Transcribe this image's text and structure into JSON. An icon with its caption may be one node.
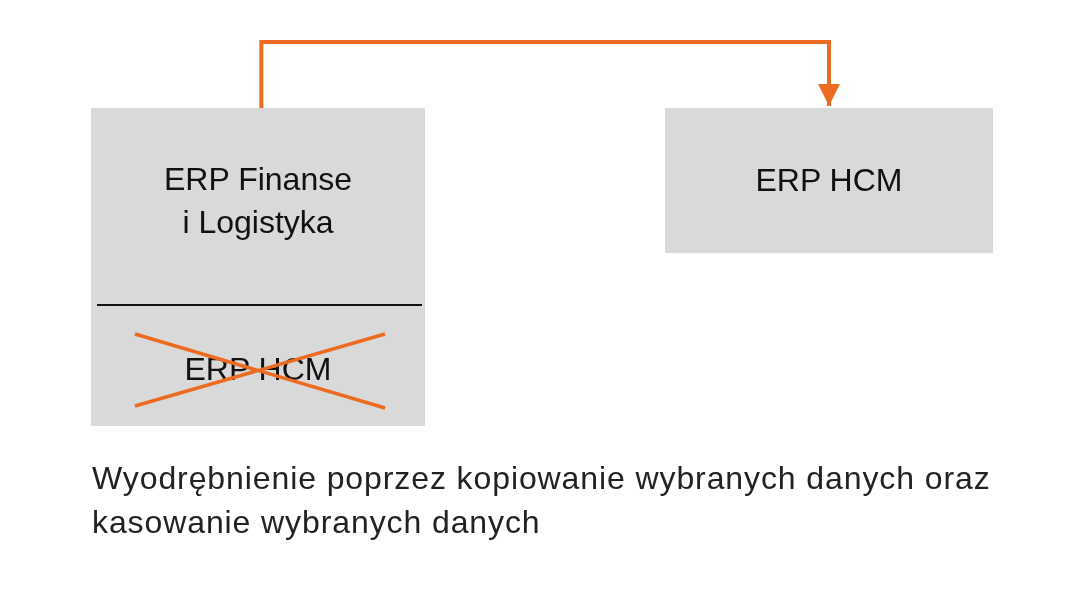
{
  "diagram": {
    "caption": "Wyodrębnienie poprzez kopiowanie wybranych danych oraz kasowanie wybranych danych",
    "nodes": [
      {
        "text": [
          "ERP Finanse i Logistyka",
          "ERP HCM"
        ]
      },
      {
        "text": [
          "ERP HCM"
        ]
      }
    ],
    "edges": [
      {
        "from": 0,
        "to": 1,
        "arrow": "to"
      }
    ]
  }
}
